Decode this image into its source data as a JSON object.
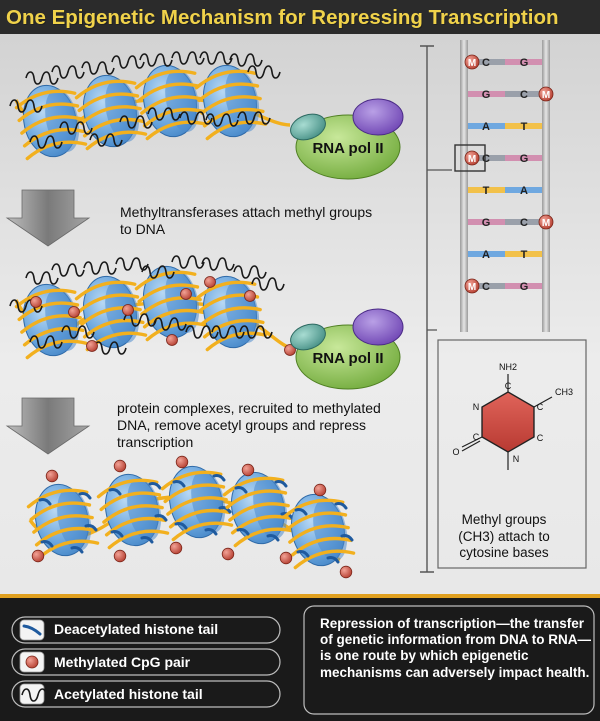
{
  "title": "One Epigenetic Mechanism for Repressing Transcription",
  "rnapol_label": "RNA pol II",
  "steps": {
    "step1": "Methyltransferases attach methyl groups to DNA",
    "step2": "protein complexes, recruited to methylated DNA, remove acetyl groups and repress transcription"
  },
  "ladder": {
    "methyl_marker": "M",
    "rungs": [
      {
        "left": "M",
        "a": "C",
        "b": "G",
        "right": ""
      },
      {
        "left": "",
        "a": "G",
        "b": "C",
        "right": "M"
      },
      {
        "left": "",
        "a": "A",
        "b": "T",
        "right": ""
      },
      {
        "left": "M",
        "a": "C",
        "b": "G",
        "right": ""
      },
      {
        "left": "",
        "a": "T",
        "b": "A",
        "right": ""
      },
      {
        "left": "",
        "a": "G",
        "b": "C",
        "right": "M"
      },
      {
        "left": "",
        "a": "A",
        "b": "T",
        "right": ""
      },
      {
        "left": "M",
        "a": "C",
        "b": "G",
        "right": ""
      }
    ]
  },
  "molecule": {
    "atoms": [
      "NH2",
      "C",
      "N",
      "C",
      "CH3",
      "C",
      "O",
      "N",
      "C"
    ],
    "caption": "Methyl groups (CH3) attach to cytosine bases"
  },
  "legend": {
    "items": [
      {
        "label": "Deacetylated histone tail",
        "icon": "deacetylated-tail-icon"
      },
      {
        "label": "Methylated CpG pair",
        "icon": "methyl-dot-icon"
      },
      {
        "label": "Acetylated histone tail",
        "icon": "acetylated-tail-icon"
      }
    ]
  },
  "summary": "Repression of transcription—the transfer of genetic information from DNA to RNA—is one route by which epigenetic mechanisms can adversely impact health.",
  "colors": {
    "title": "#f0d24a",
    "histone_blue": "#5b9bd5",
    "dna_gold": "#f2b01e",
    "rnapol_green": "#8ec34c",
    "rnapol_purple": "#8a5cc8",
    "rnapol_teal": "#5aaba0",
    "methyl_red": "#c74a3a",
    "cytosine_red": "#cf4a40",
    "arrow_gray": "#8c8c8c"
  }
}
